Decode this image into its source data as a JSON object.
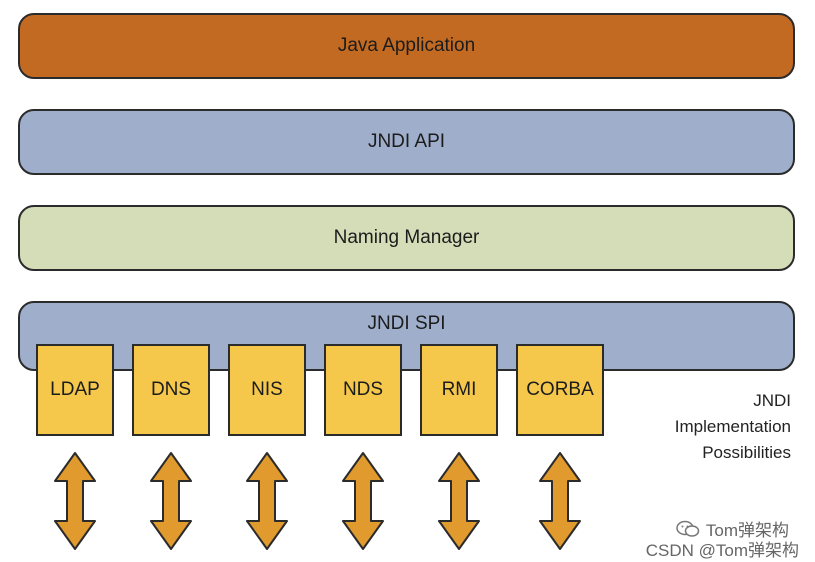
{
  "layers": {
    "app": {
      "label": "Java Application",
      "color": "#c26a22"
    },
    "api": {
      "label": "JNDI API",
      "color": "#9eaecb"
    },
    "naming_manager": {
      "label": "Naming Manager",
      "color": "#d5ddb8"
    },
    "spi": {
      "label": "JNDI SPI",
      "color": "#9eaecb"
    }
  },
  "providers": [
    {
      "label": "LDAP"
    },
    {
      "label": "DNS"
    },
    {
      "label": "NIS"
    },
    {
      "label": "NDS"
    },
    {
      "label": "RMI"
    },
    {
      "label": "CORBA"
    }
  ],
  "provider_color": "#f5c84c",
  "arrow_color": "#e09a2e",
  "impl_label": {
    "line1": "JNDI",
    "line2": "Implementation",
    "line3": "Possibilities"
  },
  "watermark": {
    "line1": "Tom弹架构",
    "line2": "CSDN @Tom弹架构",
    "icon": "wechat-icon"
  }
}
